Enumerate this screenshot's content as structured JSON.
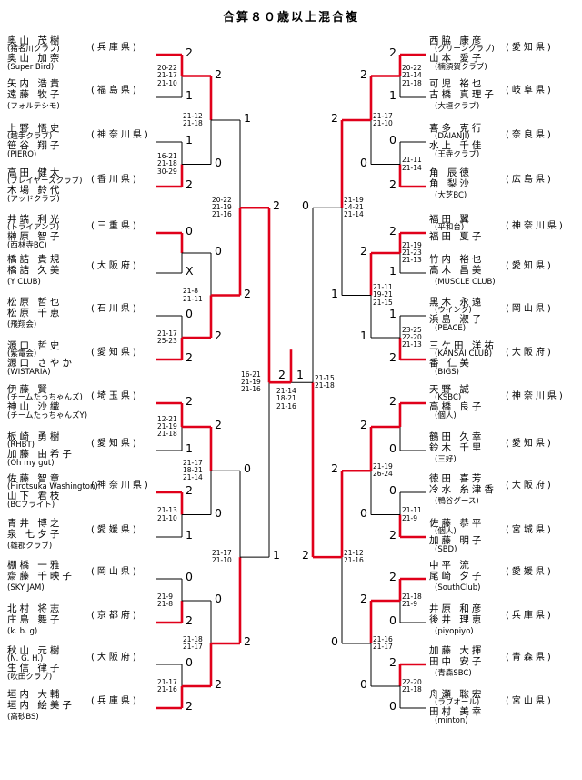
{
  "title": "合算８０歳以上混合複",
  "left_teams": [
    {
      "p1": "奥山 茂樹",
      "club1": "(猪名川クラブ)",
      "p2": "奥山 加奈",
      "pref": "(兵庫県)",
      "club": "(Super Bird)"
    },
    {
      "p1": "矢内 浩貴",
      "p2": "遠藤 牧子",
      "pref": "(福島県)",
      "club": "(フォルテシモ)"
    },
    {
      "p1": "上野 悟史",
      "club1": "(越手クラブ)",
      "p2": "笹谷 翔子",
      "pref": "(神奈川県)",
      "club": "(PIERO)"
    },
    {
      "p1": "高田 健太",
      "club1": "(ブレイヤーズクラブ)",
      "p2": "木場 鈴代",
      "pref": "(香川県)",
      "club": "(アッドクラブ)"
    },
    {
      "p1": "井端 利光",
      "club1": "(トライアンフ)",
      "p2": "榊原 智子",
      "pref": "(三重県)",
      "club": "(西林寺BC)"
    },
    {
      "p1": "橋詰 貴規",
      "p2": "橋詰 久美",
      "pref": "(大阪府)",
      "club": "(Y CLUB)"
    },
    {
      "p1": "松原 哲也",
      "p2": "松原 千恵",
      "pref": "(石川県)",
      "club": "(飛翔会)"
    },
    {
      "p1": "源口 哲史",
      "club1": "(紫電会)",
      "p2": "源口 さやか",
      "pref": "(愛知県)",
      "club": "(WISTARIA)"
    },
    {
      "p1": "伊藤 賢",
      "club1": "(チームたっちゃんズ)",
      "p2": "神山 沙織",
      "pref": "(埼玉県)",
      "club": "(チームたっちゃんズY)"
    },
    {
      "p1": "板崎 勇樹",
      "club1": "(RHBT)",
      "p2": "加藤 由希子",
      "pref": "(愛知県)",
      "club": "(Oh my gut)"
    },
    {
      "p1": "佐藤 智章",
      "club1": "(Hirotsuka Washington)",
      "p2": "山下 君枝",
      "pref": "(神奈川県)",
      "club": "(BCフライト)"
    },
    {
      "p1": "青井 博之",
      "p2": "泉 七夕子",
      "pref": "(愛媛県)",
      "club": "(雄郡クラブ)"
    },
    {
      "p1": "棚橋 一雅",
      "p2": "齋藤 千映子",
      "pref": "(岡山県)",
      "club": "(SKY JAM)"
    },
    {
      "p1": "北村 将志",
      "p2": "庄島 舞子",
      "pref": "(京都府)",
      "club": "(k. b. g)"
    },
    {
      "p1": "秋山 元樹",
      "club1": "(N. G. H.)",
      "p2": "生信 律子",
      "pref": "(大阪府)",
      "club": "(吹田クラブ)"
    },
    {
      "p1": "垣内 大輔",
      "p2": "垣内 絵美子",
      "pref": "(兵庫県)",
      "club": "(高砂BS)"
    }
  ],
  "right_teams": [
    {
      "p1": "西脇 康彦",
      "club1": "(グリーンクラブ)",
      "p2": "山本 愛子",
      "pref": "(愛知県)",
      "club": "(楠須賀クラブ)"
    },
    {
      "p1": "可児 裕也",
      "p2": "古橋 真理子",
      "pref": "(岐阜県)",
      "club": "(大垣クラブ)"
    },
    {
      "p1": "喜多 克行",
      "club1": "(DAIANJI)",
      "p2": "水上 千佳",
      "pref": "(奈良県)",
      "club": "(王寺クラブ)"
    },
    {
      "p1": "角 辰徳",
      "p2": "角 梨沙",
      "pref": "(広島県)",
      "club": "(大芝BC)"
    },
    {
      "p1": "福田 翼",
      "club1": "(平和台)",
      "p2": "福田 夏子",
      "pref": "(神奈川県)",
      "club": ""
    },
    {
      "p1": "竹内 裕也",
      "p2": "高木 昌美",
      "pref": "(愛知県)",
      "club": "(MUSCLE CLUB)"
    },
    {
      "p1": "黒木 永遠",
      "club1": "(ウイング)",
      "p2": "浜島 淑子",
      "pref": "(岡山県)",
      "club": "(PEACE)"
    },
    {
      "p1": "三ケ田 洋祐",
      "club1": "(KANSAI CLUB)",
      "p2": "番 仁美",
      "pref": "(大阪府)",
      "club": "(BIGS)"
    },
    {
      "p1": "天野 誠",
      "club1": "(KSBC)",
      "p2": "高橋 良子",
      "pref": "(神奈川県)",
      "club": "(個人)"
    },
    {
      "p1": "鶴田 久幸",
      "p2": "鈴木 千里",
      "pref": "(愛知県)",
      "club": "(三好)"
    },
    {
      "p1": "徳田 喜芳",
      "p2": "冷水 糸津香",
      "pref": "(大阪府)",
      "club": "(鴨谷グース)"
    },
    {
      "p1": "佐藤 恭平",
      "club1": "(個人)",
      "p2": "加藤 明子",
      "pref": "(宮城県)",
      "club": "(SBD)"
    },
    {
      "p1": "中平 流",
      "p2": "尾崎 夕子",
      "pref": "(愛媛県)",
      "club": "(SouthClub)"
    },
    {
      "p1": "井原 和彦",
      "p2": "後井 理恵",
      "pref": "(兵庫県)",
      "club": "(piyopiyo)"
    },
    {
      "p1": "加藤 大揮",
      "p2": "田中 安子",
      "pref": "(青森県)",
      "club": "(青森SBC)"
    },
    {
      "p1": "舟瀬 聡宏",
      "club1": "(ラブオール)",
      "p2": "田村 美幸",
      "pref": "(宮山県)",
      "club": "(minton)"
    }
  ],
  "left_scores": {
    "r1": [
      {
        "games": [
          "20-22",
          "21-17",
          "21-10"
        ],
        "top": "2",
        "bot": "1"
      },
      {
        "games": [
          "16-21",
          "21-18",
          "30-29"
        ],
        "top": "1",
        "bot": "2"
      },
      {
        "games": [],
        "top": "0",
        "bot": "X"
      },
      {
        "games": [
          "21-17",
          "25-23"
        ],
        "top": "0",
        "bot": "2"
      },
      {
        "games": [
          "12-21",
          "21-19",
          "21-18"
        ],
        "top": "2",
        "bot": "1"
      },
      {
        "games": [
          "21-13",
          "21-10"
        ],
        "top": "2",
        "bot": "1"
      },
      {
        "games": [
          "21-9",
          "21-8"
        ],
        "top": "0",
        "bot": "2"
      },
      {
        "games": [
          "21-17",
          "21-16"
        ],
        "top": "0",
        "bot": "2"
      }
    ],
    "r2": [
      {
        "games": [
          "21-12",
          "21-18"
        ],
        "top": "2",
        "bot": "0"
      },
      {
        "games": [
          "21-8",
          "21-11"
        ],
        "top": "0",
        "bot": "2"
      },
      {
        "games": [
          "21-17",
          "18-21",
          "21-14"
        ],
        "top": "2",
        "bot": "0"
      },
      {
        "games": [
          "21-18",
          "21-17"
        ],
        "top": "0",
        "bot": "2"
      }
    ],
    "r3": [
      {
        "games": [
          "20-22",
          "21-19",
          "21-16"
        ],
        "top": "1",
        "bot": "2"
      },
      {
        "games": [
          "21-17",
          "21-10"
        ],
        "top": "0",
        "bot": "2"
      }
    ],
    "r4": {
      "games": [
        "16-21",
        "21-19",
        "21-16"
      ],
      "top": "2",
      "bot": "1"
    }
  },
  "right_scores": {
    "r1": [
      {
        "games": [
          "20-22",
          "21-14",
          "21-18"
        ],
        "top": "2",
        "bot": "1"
      },
      {
        "games": [
          "21-11",
          "21-14"
        ],
        "top": "0",
        "bot": "2"
      },
      {
        "games": [
          "21-19",
          "21-23",
          "21-13"
        ],
        "top": "2",
        "bot": "1"
      },
      {
        "games": [
          "23-25",
          "22-20",
          "21-13"
        ],
        "top": "1",
        "bot": "2"
      },
      {
        "games": [],
        "top": "2",
        "bot": "0"
      },
      {
        "games": [
          "21-11",
          "21-9"
        ],
        "top": "0",
        "bot": "2"
      },
      {
        "games": [
          "21-18",
          "21-9"
        ],
        "top": "2",
        "bot": "0"
      },
      {
        "games": [
          "22-20",
          "21-18"
        ],
        "top": "2",
        "bot": "0"
      }
    ],
    "r2": [
      {
        "games": [
          "21-17",
          "21-10"
        ],
        "top": "2",
        "bot": "0"
      },
      {
        "games": [
          "21-11",
          "19-21",
          "21-15"
        ],
        "top": "2",
        "bot": "1"
      },
      {
        "games": [
          "21-19",
          "26-24"
        ],
        "top": "2",
        "bot": "0"
      },
      {
        "games": [
          "21-16",
          "21-17"
        ],
        "top": "2",
        "bot": "0"
      }
    ],
    "r3": [
      {
        "games": [
          "21-19",
          "14-21",
          "21-14"
        ],
        "top": "2",
        "bot": "1"
      },
      {
        "games": [
          "21-12",
          "21-16"
        ],
        "top": "2",
        "bot": "0"
      }
    ],
    "r4": {
      "games": [
        "21-15",
        "21-18"
      ],
      "top": "0",
      "bot": "2"
    }
  },
  "final": {
    "games": [
      "21-14",
      "18-21",
      "21-16"
    ],
    "left": "2",
    "right": "1"
  }
}
